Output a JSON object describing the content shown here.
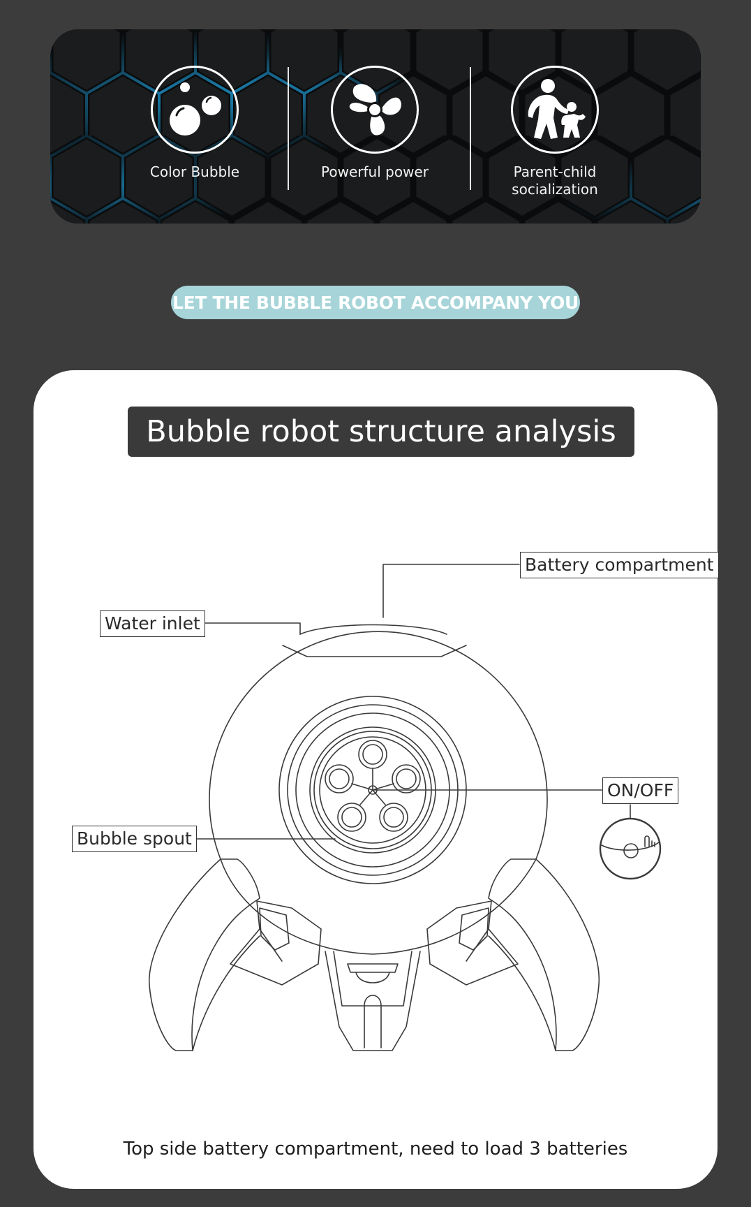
{
  "features": [
    {
      "label": "Color Bubble",
      "icon": "bubbles-icon"
    },
    {
      "label": "Powerful power",
      "icon": "fan-icon"
    },
    {
      "label_lines": [
        "Parent-child",
        "socialization"
      ],
      "icon": "parent-child-icon"
    }
  ],
  "pill": {
    "text": "LET THE BUBBLE ROBOT ACCOMPANY YOU"
  },
  "panel": {
    "title": "Bubble robot structure analysis",
    "callouts": {
      "battery": "Battery compartment",
      "water": "Water inlet",
      "onoff": "ON/OFF",
      "spout": "Bubble spout"
    },
    "footnote": "Top side battery compartment, need to load 3 batteries"
  },
  "colors": {
    "page_bg": "#3c3c3c",
    "banner_bg": "#151718",
    "hex_glow": "#1e8fc4",
    "pill_bg": "#a6d4d8",
    "title_bg": "#3a3a3a",
    "panel_bg": "#ffffff"
  }
}
